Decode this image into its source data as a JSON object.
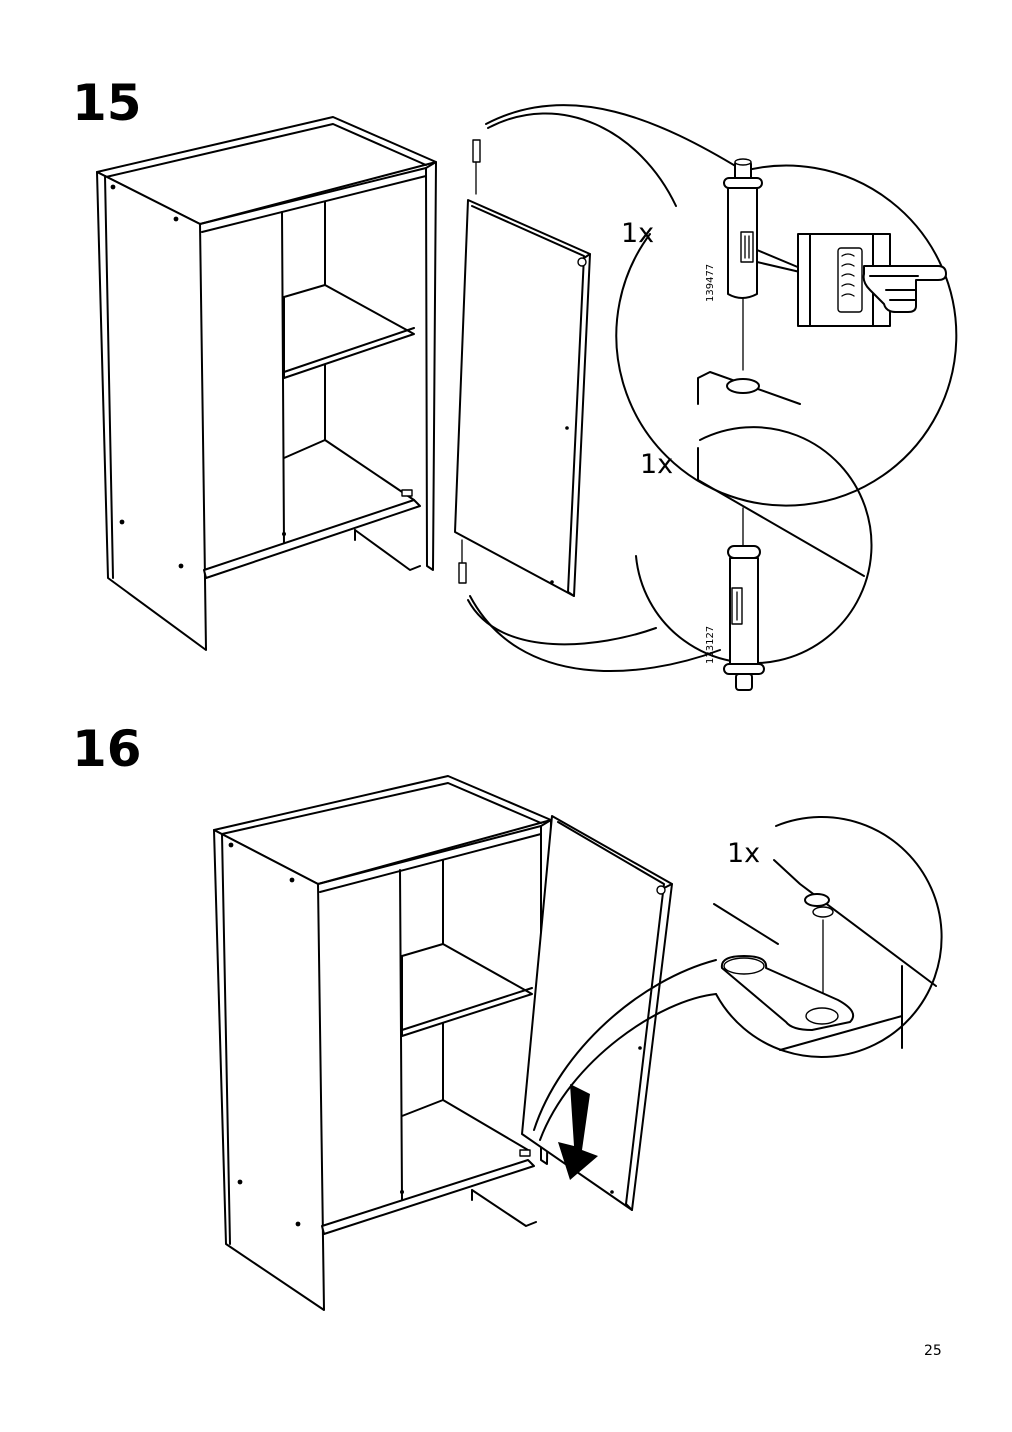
{
  "steps": [
    {
      "number": "15",
      "callouts": [
        {
          "quantity": "1x",
          "part_number": "139477"
        },
        {
          "quantity": "1x",
          "part_number": "133127"
        }
      ]
    },
    {
      "number": "16",
      "callouts": [
        {
          "quantity": "1x"
        }
      ]
    }
  ],
  "page_number": "25",
  "icons": [
    "pointing-hand-icon",
    "down-arrow-icon"
  ]
}
